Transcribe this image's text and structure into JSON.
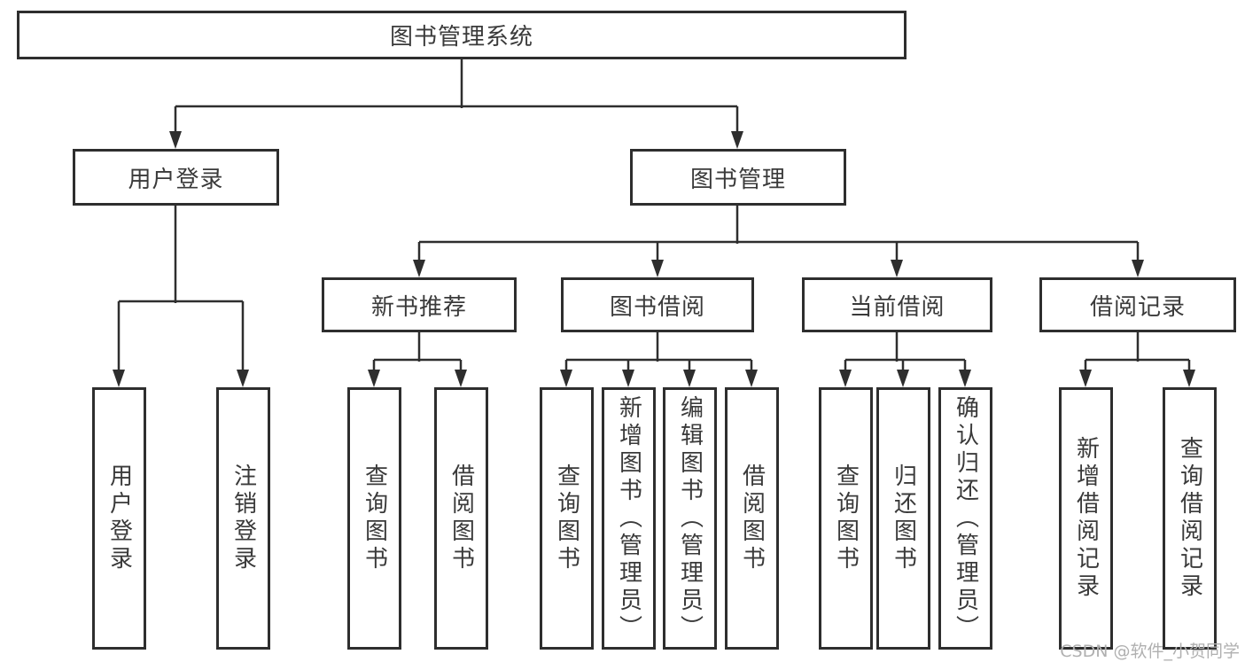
{
  "diagram": {
    "root": "图书管理系统",
    "level2": [
      "用户登录",
      "图书管理"
    ],
    "level3": [
      "新书推荐",
      "图书借阅",
      "当前借阅",
      "借阅记录"
    ],
    "leaves": [
      "用户登录",
      "注销登录",
      "查询图书",
      "借阅图书",
      "查询图书",
      "新增图书（管理员）",
      "编辑图书（管理员）",
      "借阅图书",
      "查询图书",
      "归还图书",
      "确认归还（管理员）",
      "新增借阅记录",
      "查询借阅记录"
    ]
  },
  "watermark": {
    "text": "CSDN @软件_小贺同学"
  },
  "colors": {
    "background": "#ffffff",
    "line": "#2e2e2e",
    "box_border": "#2e2e2e",
    "text": "#3a3a3a",
    "watermark": "#b0b0b0"
  }
}
